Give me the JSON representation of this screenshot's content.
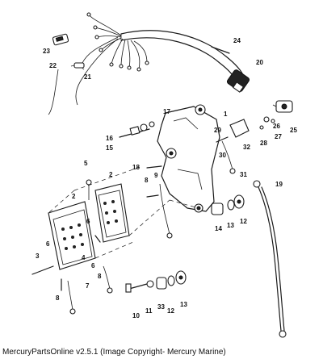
{
  "caption": "MercuryPartsOnline v2.5.1 (Image Copyright- Mercury Marine)",
  "callouts": {
    "c1": "1",
    "c2a": "2",
    "c2b": "2",
    "c3": "3",
    "c4": "4",
    "c5": "5",
    "c6a": "6",
    "c6b": "6",
    "c6c": "6",
    "c7": "7",
    "c8a": "8",
    "c8b": "8",
    "c8c": "8",
    "c9": "9",
    "c10": "10",
    "c11": "11",
    "c12a": "12",
    "c12b": "12",
    "c13a": "13",
    "c13b": "13",
    "c14": "14",
    "c15": "15",
    "c16": "16",
    "c17": "17",
    "c18": "18",
    "c19": "19",
    "c20": "20",
    "c21": "21",
    "c22": "22",
    "c23": "23",
    "c24": "24",
    "c25": "25",
    "c26": "26",
    "c27": "27",
    "c28": "28",
    "c29": "29",
    "c30": "30",
    "c31": "31",
    "c32": "32",
    "c33": "33"
  }
}
